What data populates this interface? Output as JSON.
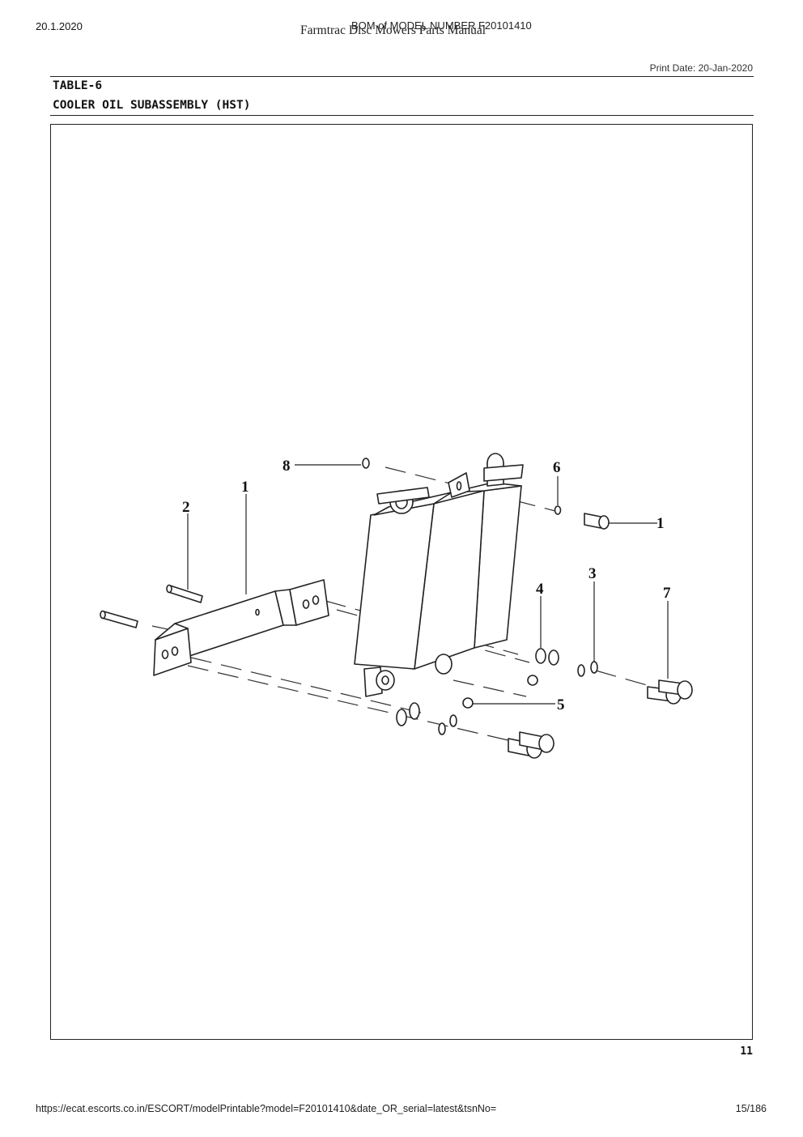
{
  "header": {
    "date": "20.1.2020",
    "bom": "BOM of MODEL NUMBER  F20101410",
    "manual": "Farmtrac Disc Mowers Parts Manual",
    "print_date": "Print Date: 20-Jan-2020"
  },
  "table": {
    "number": "TABLE-6",
    "title": "COOLER OIL SUBASSEMBLY (HST)"
  },
  "diagram": {
    "callouts": [
      {
        "id": "c8",
        "label": "8"
      },
      {
        "id": "c1a",
        "label": "1"
      },
      {
        "id": "c2",
        "label": "2"
      },
      {
        "id": "c6",
        "label": "6"
      },
      {
        "id": "c1b",
        "label": "1"
      },
      {
        "id": "c3",
        "label": "3"
      },
      {
        "id": "c4",
        "label": "4"
      },
      {
        "id": "c7",
        "label": "7"
      },
      {
        "id": "c5",
        "label": "5"
      }
    ]
  },
  "page_number": "11",
  "footer": {
    "url": "https://ecat.escorts.co.in/ESCORT/modelPrintable?model=F20101410&date_OR_serial=latest&tsnNo=",
    "page": "15/186"
  }
}
